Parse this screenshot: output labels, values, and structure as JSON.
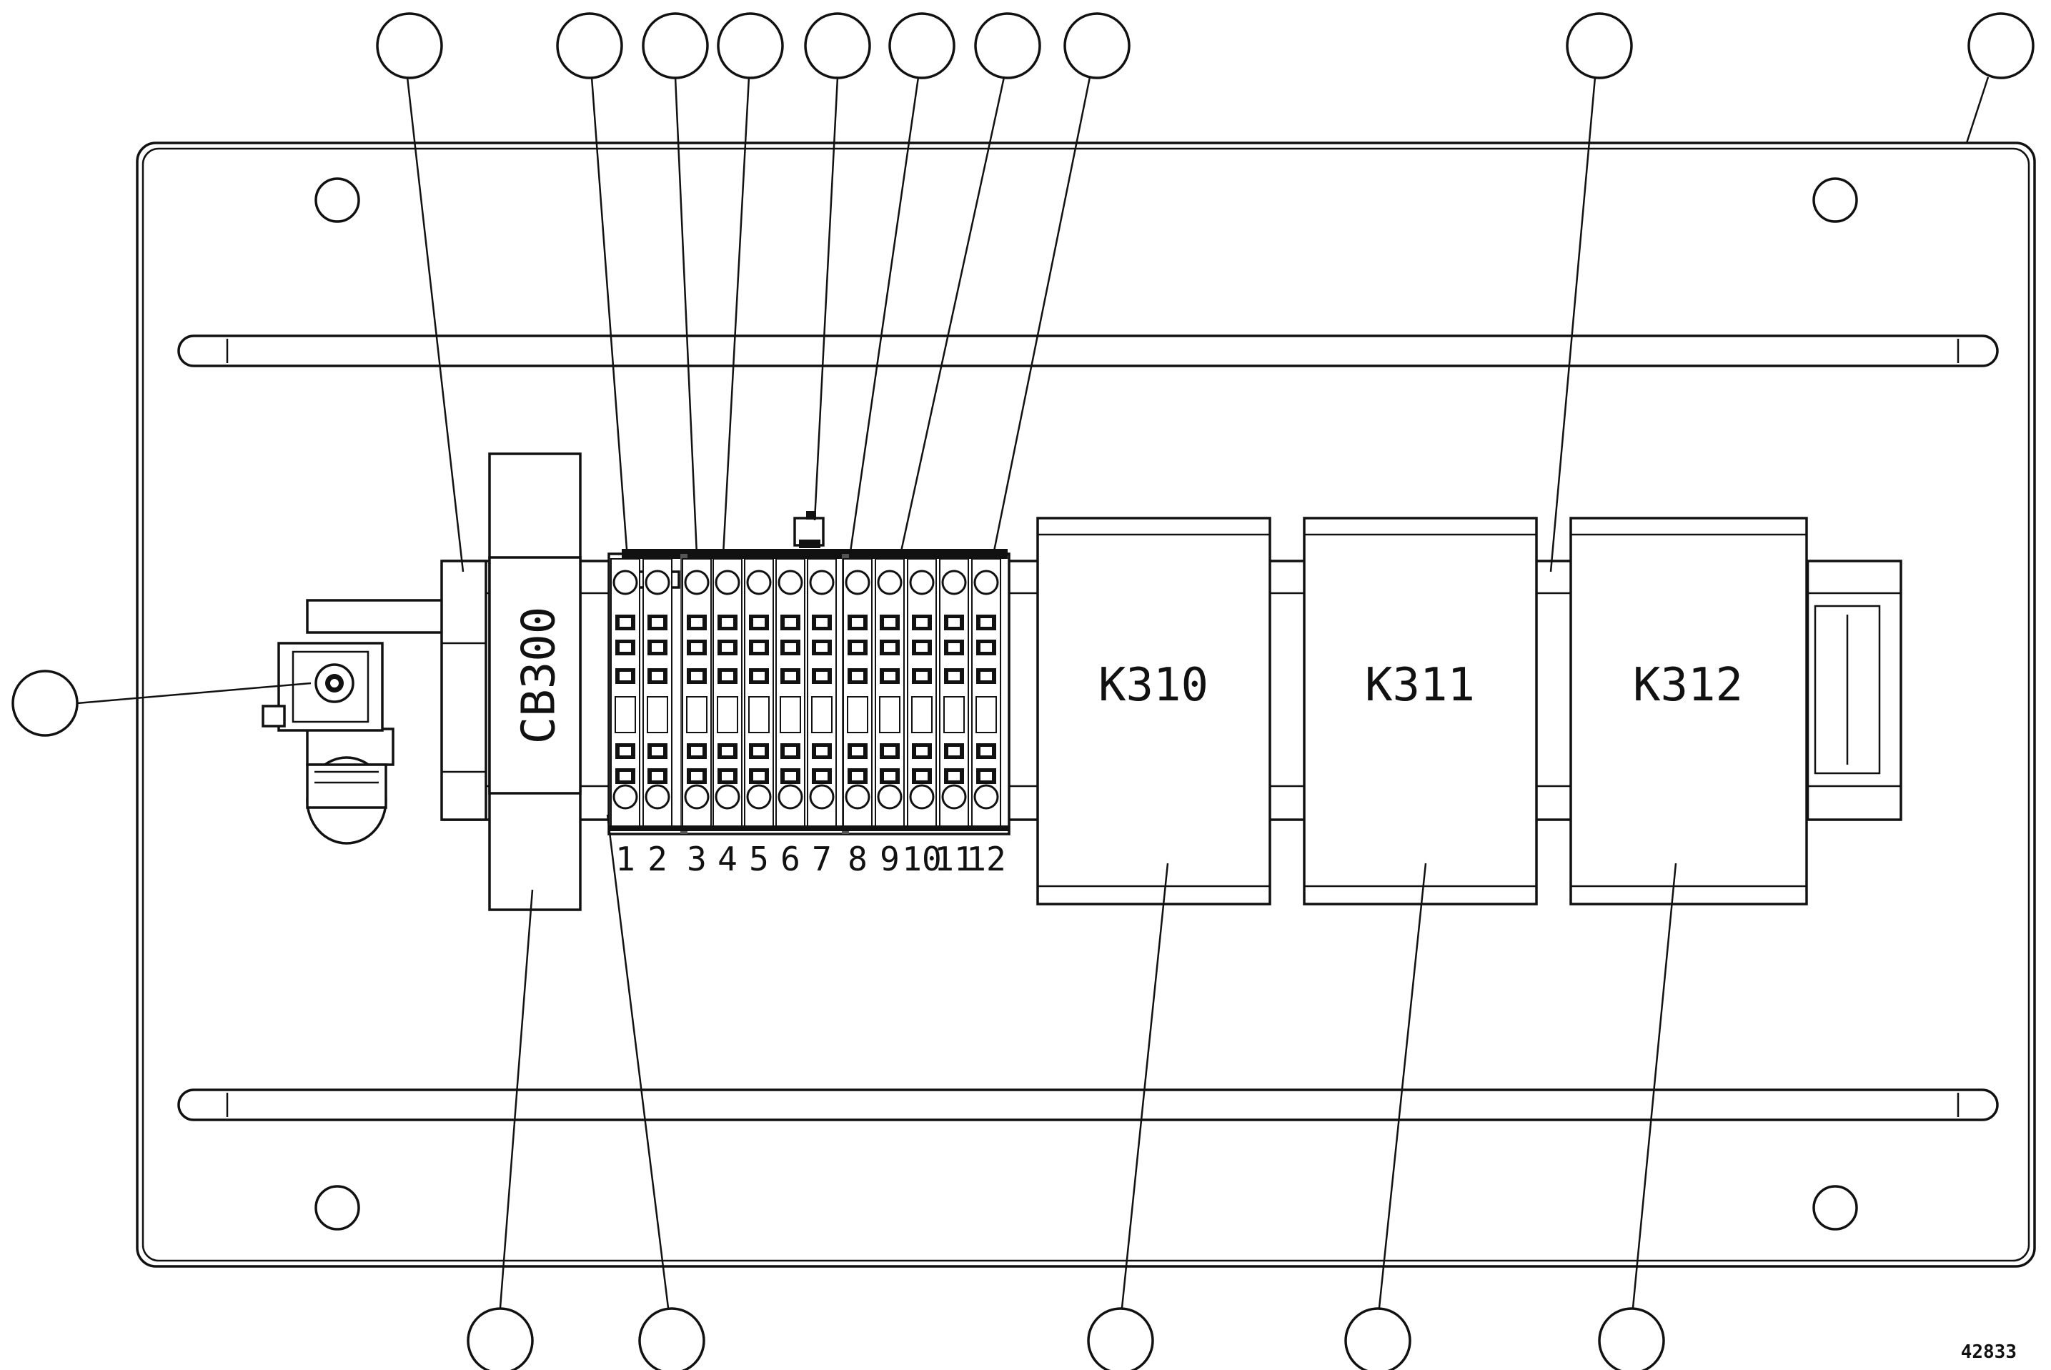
{
  "breaker_label": "CB300",
  "relays": [
    {
      "id": "k310",
      "label": "K310"
    },
    {
      "id": "k311",
      "label": "K311"
    },
    {
      "id": "k312",
      "label": "K312"
    }
  ],
  "terminal_numbers": [
    "1",
    "2",
    "3",
    "4",
    "5",
    "6",
    "7",
    "8",
    "9",
    "10",
    "11",
    "12"
  ],
  "figure_number": "42833"
}
